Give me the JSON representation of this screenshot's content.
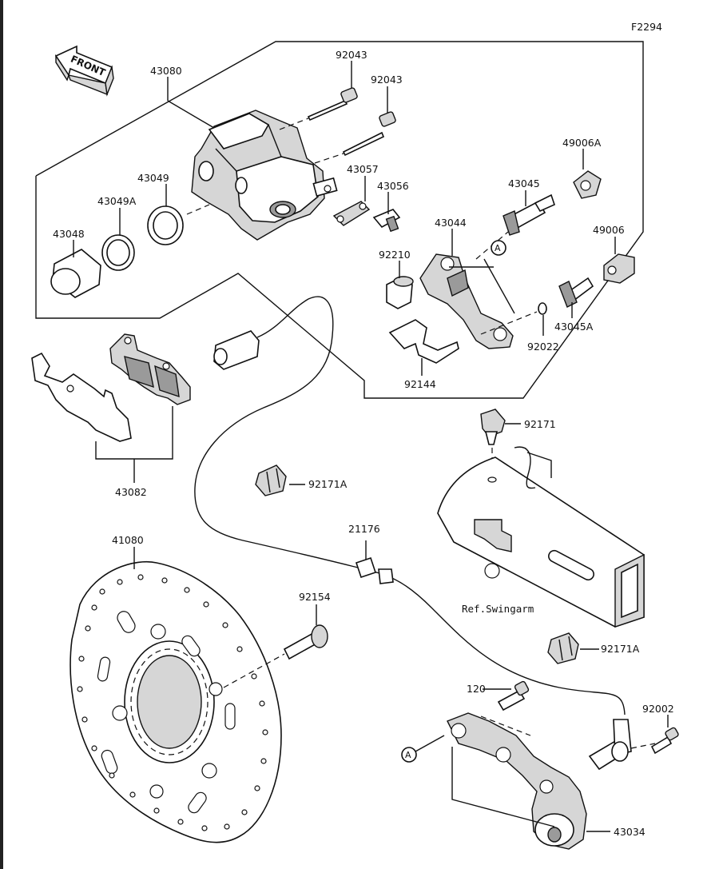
{
  "figure_id": "F2294",
  "front_label": "FRONT",
  "callouts": {
    "p43080": "43080",
    "p92043a": "92043",
    "p92043b": "92043",
    "p43057": "43057",
    "p43056": "43056",
    "p49006A": "49006A",
    "p43045": "43045",
    "p43049": "43049",
    "p43049A": "43049A",
    "p43048": "43048",
    "p43044": "43044",
    "p49006": "49006",
    "p92210": "92210",
    "p43045A": "43045A",
    "p92022": "92022",
    "p92144": "92144",
    "p92171": "92171",
    "p92171A_top": "92171A",
    "p43082": "43082",
    "p41080": "41080",
    "p21176": "21176",
    "p92154": "92154",
    "p92171A_bot": "92171A",
    "p120": "120",
    "p92002": "92002",
    "p43034": "43034"
  },
  "ref_label": "Ref.Swingarm",
  "ref_marker": "A"
}
